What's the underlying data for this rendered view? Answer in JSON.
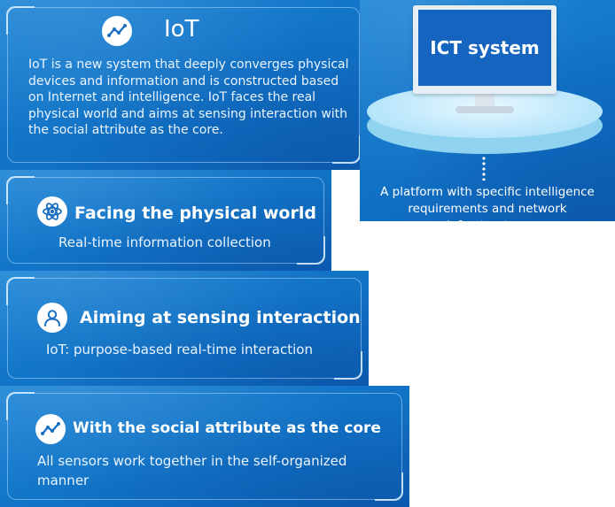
{
  "iot": {
    "title": "IoT",
    "icon": "trend-line-icon",
    "description": "IoT is a new system that deeply converges physical devices and information and is constructed based on Internet and intelligence. IoT faces the real physical world and aims at sensing interaction with the social attribute as the core."
  },
  "ict": {
    "screen_label": "ICT system",
    "caption": "A platform with specific intelligence requirements and network infrastructure"
  },
  "cards": [
    {
      "title": "Facing the physical world",
      "icon": "atom-icon",
      "text": "Real-time information collection"
    },
    {
      "title": "Aiming at sensing interaction",
      "icon": "person-icon",
      "text": "IoT: purpose-based real-time interaction"
    },
    {
      "title": "With the social attribute as the core",
      "icon": "trend-line-icon",
      "text": "All sensors work together in the self-organized manner"
    }
  ],
  "colors": {
    "panel_blue": "#1275c8",
    "screen_blue": "#1565c0",
    "icon_blue": "#1a6fc2",
    "platform_cyan": "#bfe8fb"
  }
}
